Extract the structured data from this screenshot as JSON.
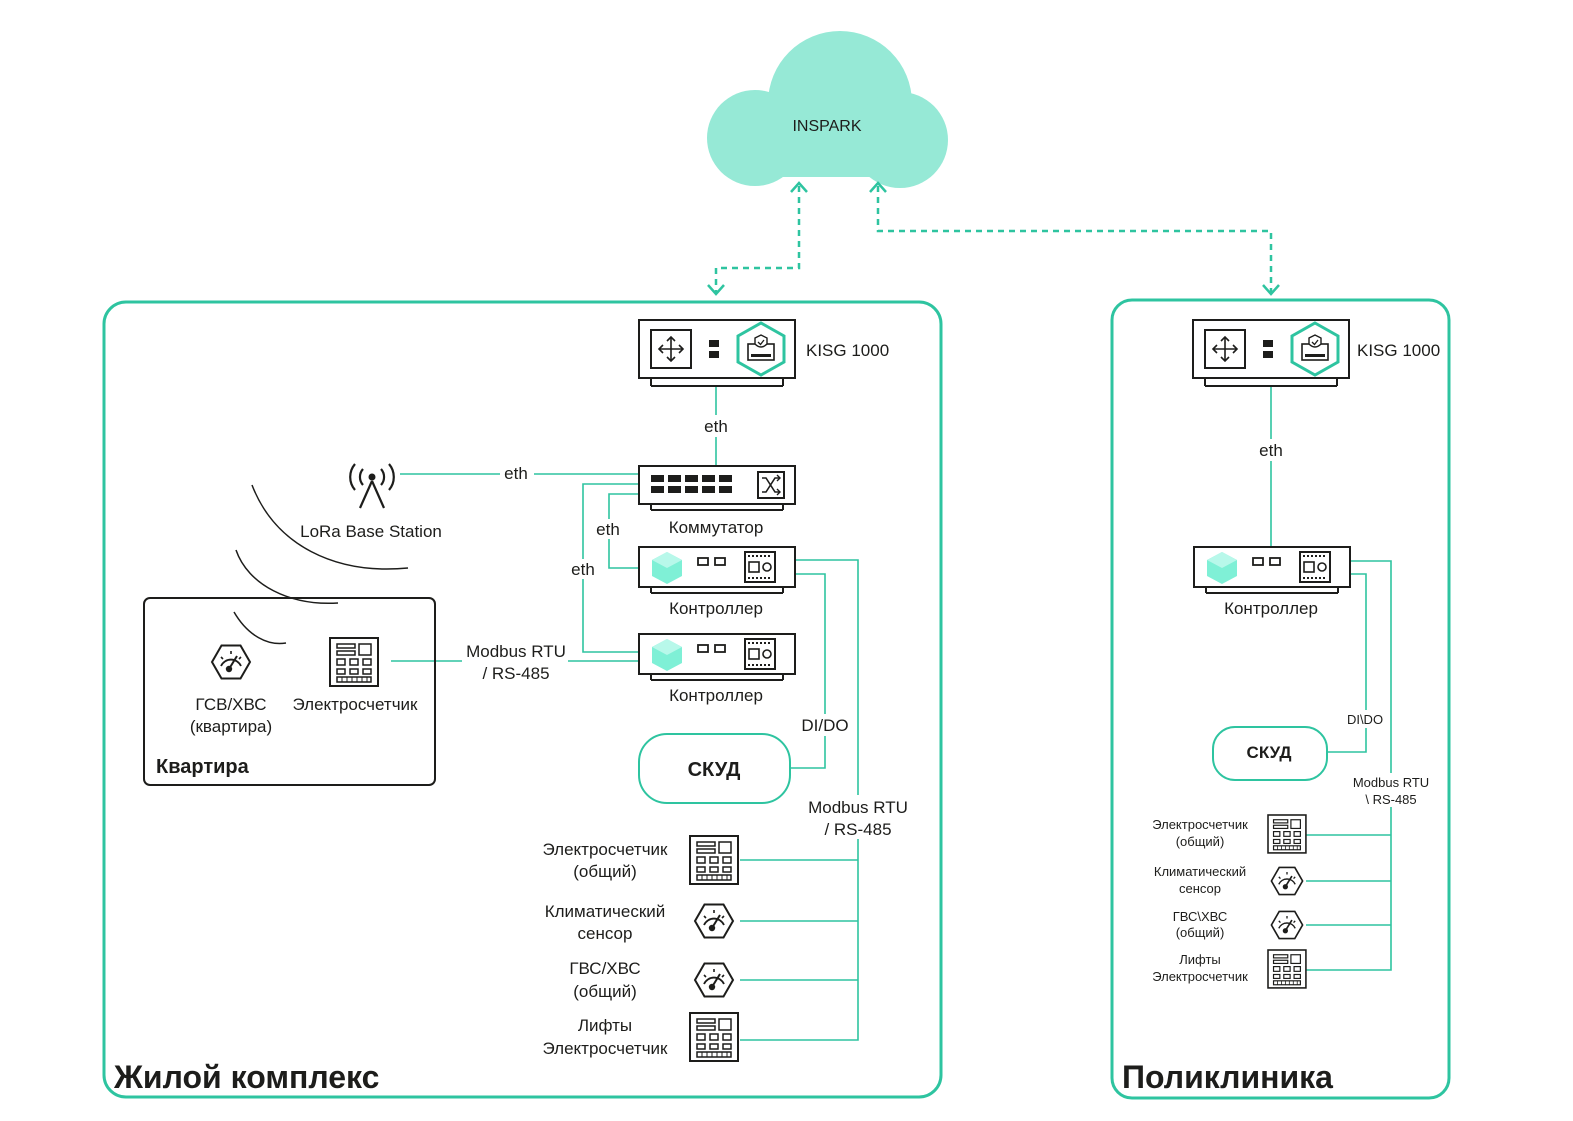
{
  "colors": {
    "accent": "#2ec4a0",
    "cloud": "#96e9d6",
    "ink": "#1d1d1b"
  },
  "cloud": {
    "label": "INSPARK"
  },
  "residential": {
    "title": "Жилой комплекс",
    "gateway": "KISG 1000",
    "eth_gateway_switch": "eth",
    "eth_lora": "eth",
    "eth_ctrl1": "eth",
    "eth_ctrl2": "eth",
    "switch_label": "Коммутатор",
    "lora_label": "LoRa Base Station",
    "controller1_label": "Контроллер",
    "controller2_label": "Контроллер",
    "modbus_apartment": [
      "Modbus RTU",
      "/ RS-485"
    ],
    "dido": "DI/DO",
    "skud": "СКУД",
    "modbus_bus": [
      "Modbus RTU",
      "/ RS-485"
    ],
    "apartment": {
      "title": "Квартира",
      "water_meter": [
        "ГСВ/ХВС",
        "(квартира)"
      ],
      "electric_meter": "Электросчетчик"
    },
    "devices": [
      {
        "label": [
          "Электросчетчик",
          "(общий)"
        ],
        "icon": "electric-meter-icon"
      },
      {
        "label": [
          "Климатический",
          "сенсор"
        ],
        "icon": "gauge-icon"
      },
      {
        "label": [
          "ГВС/ХВС",
          "(общий)"
        ],
        "icon": "gauge-icon"
      },
      {
        "label": [
          "Лифты",
          "Электросчетчик"
        ],
        "icon": "electric-meter-icon"
      }
    ]
  },
  "clinic": {
    "title": "Поликлиника",
    "gateway": "KISG 1000",
    "eth": "eth",
    "controller_label": "Контроллер",
    "dido": "DI\\DO",
    "skud": "СКУД",
    "modbus_bus": [
      "Modbus RTU",
      "\\ RS-485"
    ],
    "devices": [
      {
        "label": [
          "Электросчетчик",
          "(общий)"
        ],
        "icon": "electric-meter-icon"
      },
      {
        "label": [
          "Климатический",
          "сенсор"
        ],
        "icon": "gauge-icon"
      },
      {
        "label": [
          "ГВС\\ХВС",
          "(общий)"
        ],
        "icon": "gauge-icon"
      },
      {
        "label": [
          "Лифты",
          "Электросчетчик"
        ],
        "icon": "electric-meter-icon"
      }
    ]
  }
}
